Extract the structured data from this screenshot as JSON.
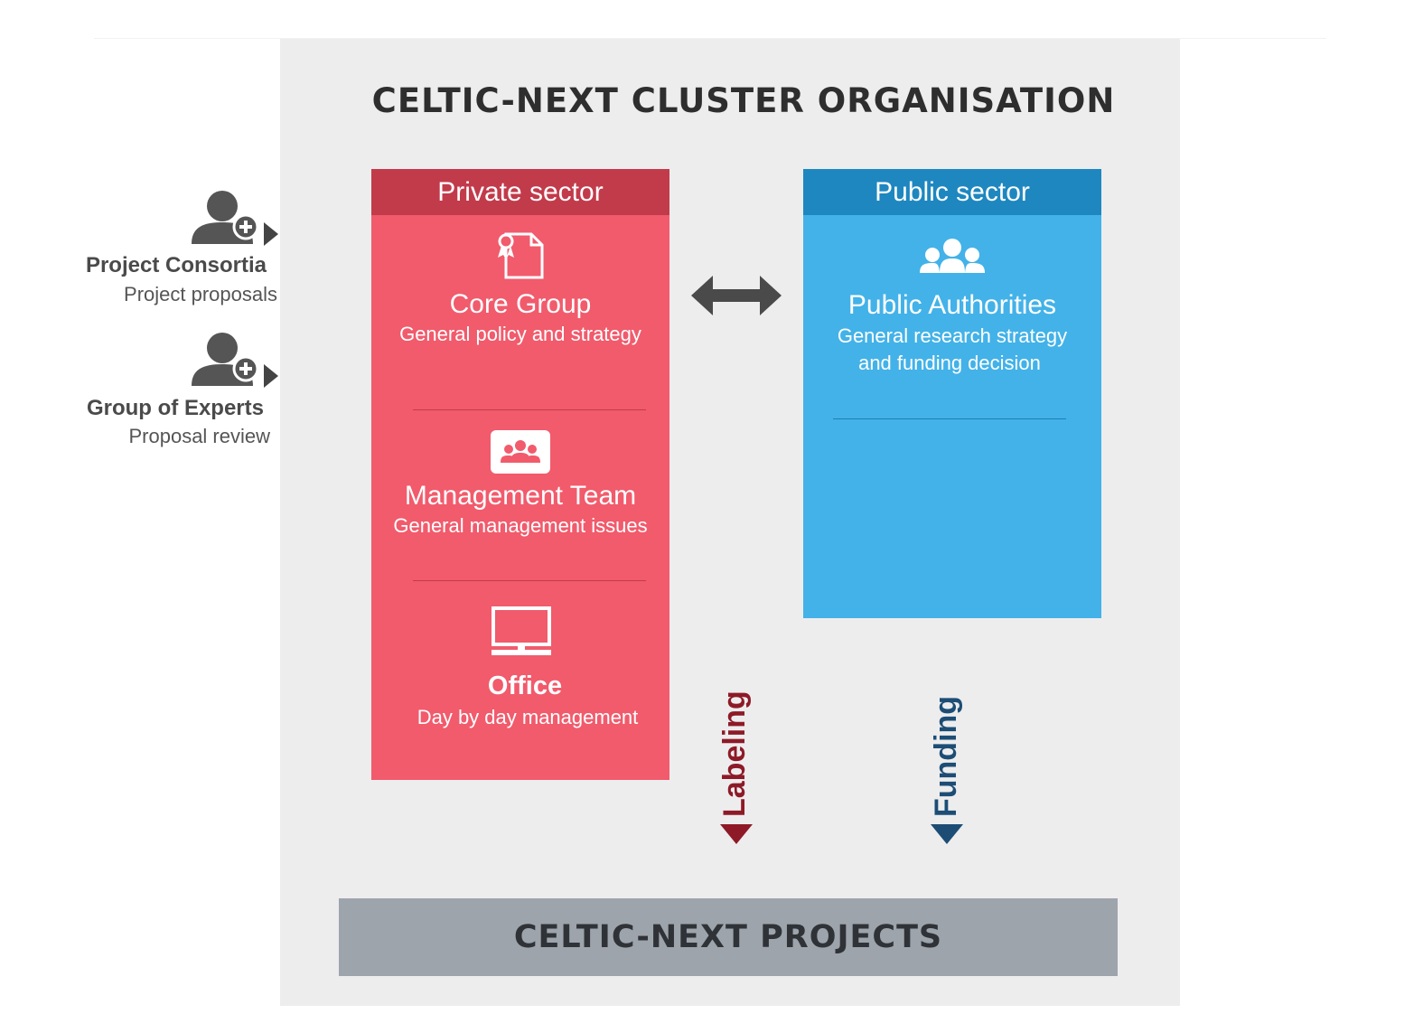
{
  "title": "CELTIC-NEXT CLUSTER ORGANISATION",
  "left_side": [
    {
      "title": "Project Consortia",
      "subtitle": "Project proposals",
      "icon": "add-user-icon"
    },
    {
      "title": "Group of Experts",
      "subtitle": "Proposal review",
      "icon": "add-user-icon"
    }
  ],
  "private_sector": {
    "header": "Private sector",
    "items": [
      {
        "title": "Core Group",
        "subtitle": "General policy and strategy",
        "icon": "certificate-document-icon"
      },
      {
        "title": "Management Team",
        "subtitle": "General management issues",
        "icon": "team-icon"
      },
      {
        "title": "Office",
        "subtitle": "Day by day management",
        "icon": "monitor-icon"
      }
    ]
  },
  "public_sector": {
    "header": "Public sector",
    "items": [
      {
        "title": "Public Authorities",
        "subtitle_line1": "General research strategy",
        "subtitle_line2": "and funding decision",
        "icon": "group-icon"
      }
    ]
  },
  "arrows": {
    "exchange": "double-arrow-icon",
    "labeling": "Labeling",
    "funding": "Funding"
  },
  "bottom": {
    "label": "CELTIC-NEXT PROJECTS"
  },
  "colors": {
    "panel": "#ededee",
    "private_header": "#c23b4b",
    "private_body": "#f15b6c",
    "public_header": "#1e87c0",
    "public_body": "#43b2e8",
    "labeling": "#8e1a27",
    "funding": "#1d4d75",
    "projects_bar": "#9ea4ac"
  }
}
